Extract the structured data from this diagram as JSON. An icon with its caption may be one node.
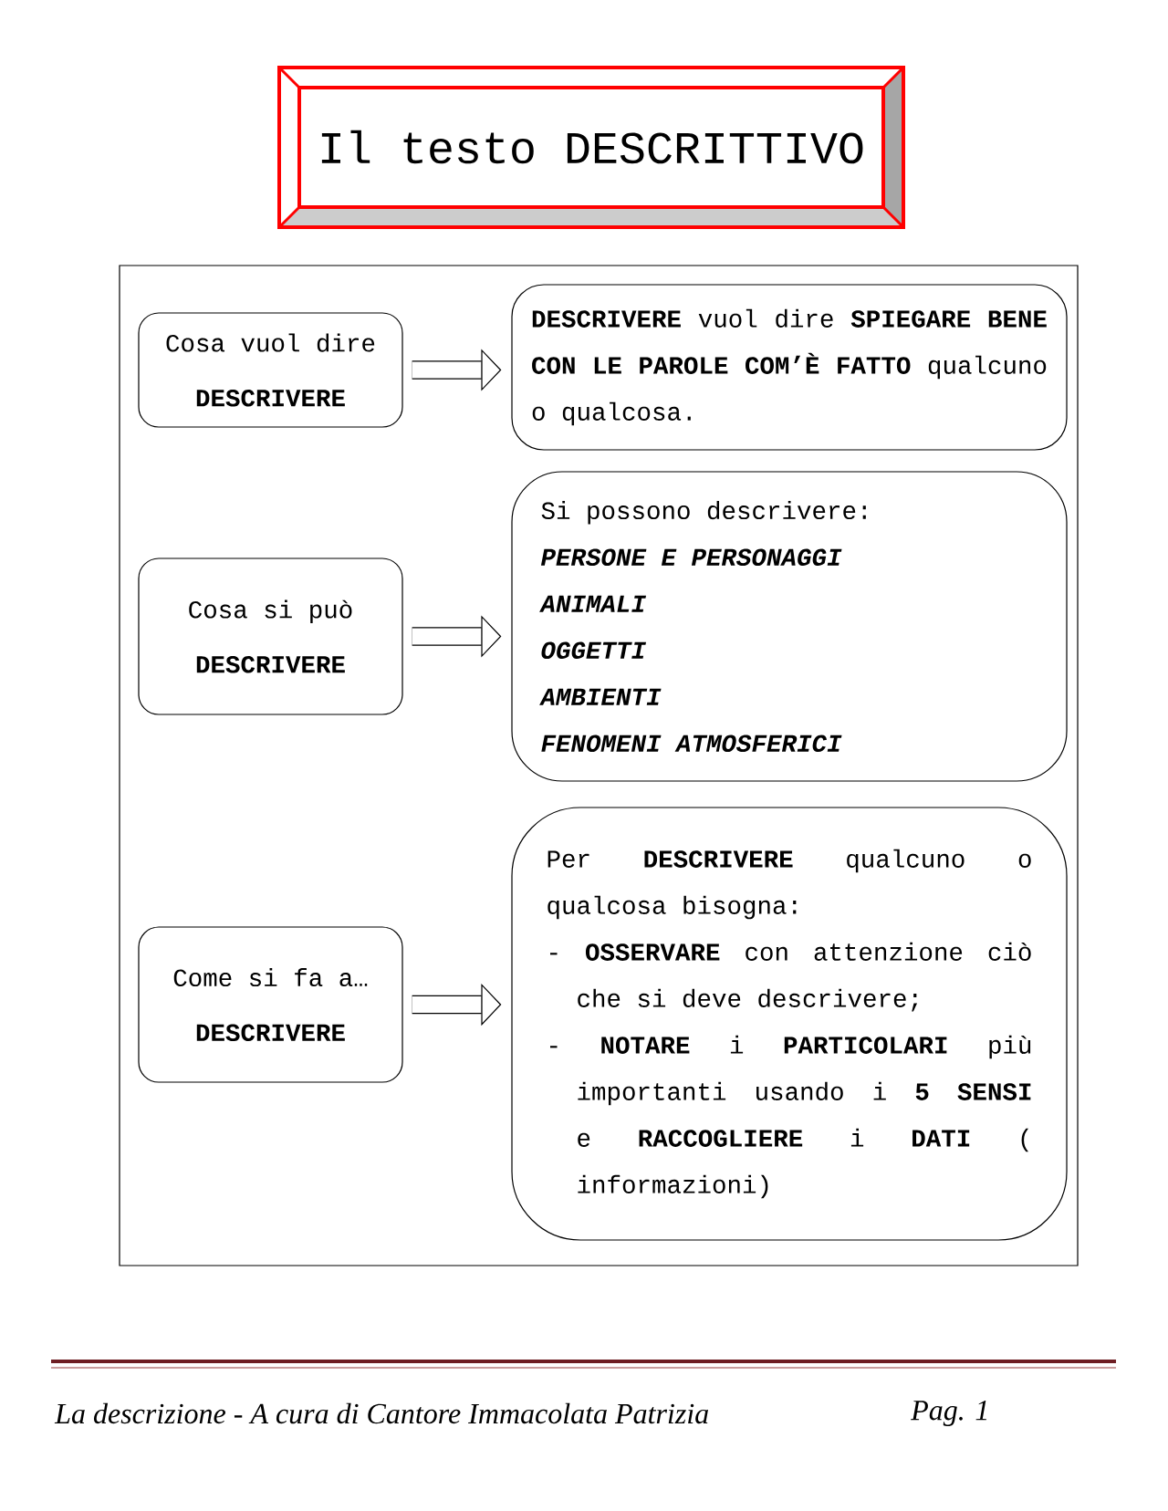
{
  "diagram": {
    "title": "Il testo DESCRITTIVO",
    "nodes": [
      {
        "text": [
          "Cosa vuol dire",
          "DESCRIVERE"
        ]
      },
      {
        "text": [
          "**DESCRIVERE** vuol dire **SPIEGARE BENE CON LE PAROLE COM’È FATTO** qualcuno o qualcosa."
        ]
      },
      {
        "text": [
          "Cosa si può",
          "DESCRIVERE"
        ]
      },
      {
        "text": [
          "Si possono descrivere:",
          "PERSONE E PERSONAGGI",
          "ANIMALI",
          "OGGETTI",
          "AMBIENTI",
          "FENOMENI ATMOSFERICI"
        ]
      },
      {
        "text": [
          "Come si fa a…",
          "DESCRIVERE"
        ]
      },
      {
        "text": [
          "Per **DESCRIVERE** qualcuno o qualcosa bisogna:",
          "- **OSSERVARE** con attenzione ciò che si deve descrivere;",
          "- **NOTARE** i **PARTICOLARI** più importanti usando i **5 SENSI** e **RACCOGLIERE** i **DATI** ( informazioni)"
        ]
      }
    ],
    "edges": [
      {
        "from": 0,
        "to": 1,
        "arrow": "to"
      },
      {
        "from": 2,
        "to": 3,
        "arrow": "to"
      },
      {
        "from": 4,
        "to": 5,
        "arrow": "to"
      }
    ],
    "labels": [
      "La descrizione - A cura di Cantore Immacolata Patrizia",
      "Pag. 1"
    ]
  }
}
